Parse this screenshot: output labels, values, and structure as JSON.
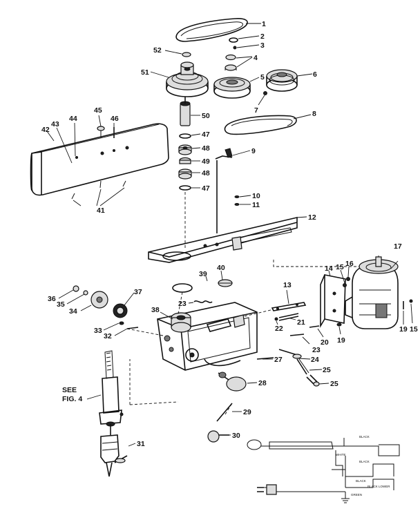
{
  "see_note": {
    "line1": "SEE",
    "line2": "FIG. 4"
  },
  "labels": {
    "l1": "1",
    "l2": "2",
    "l3": "3",
    "l4": "4",
    "l5": "5",
    "l6": "6",
    "l7": "7",
    "l8": "8",
    "l9": "9",
    "l10": "10",
    "l11": "11",
    "l12": "12",
    "l13": "13",
    "l14": "14",
    "l15a": "15",
    "l16a": "16",
    "l17": "17",
    "l15b": "15",
    "l19a": "19",
    "l19b": "19",
    "l20": "20",
    "l21": "21",
    "l22": "22",
    "l23a": "23",
    "l23b": "23",
    "l24": "24",
    "l25a": "25",
    "l25b": "25",
    "l27": "27",
    "l28": "28",
    "l29": "29",
    "l30": "30",
    "l31": "31",
    "l32": "32",
    "l33": "33",
    "l34": "34",
    "l35": "35",
    "l36": "36",
    "l37": "37",
    "l38": "38",
    "l39": "39",
    "l40": "40",
    "l41": "41",
    "l42": "42",
    "l43": "43",
    "l44": "44",
    "l45": "45",
    "l46": "46",
    "l47a": "47",
    "l47b": "47",
    "l48a": "48",
    "l48b": "48",
    "l49": "49",
    "l50": "50",
    "l51": "51",
    "l52": "52"
  },
  "wiring": {
    "black_1": "BLACK",
    "black_2": "BLACK",
    "black_3": "BLACK",
    "white": "WHITE",
    "green": "GREEN",
    "black_lower": "BLACK LOWER"
  }
}
